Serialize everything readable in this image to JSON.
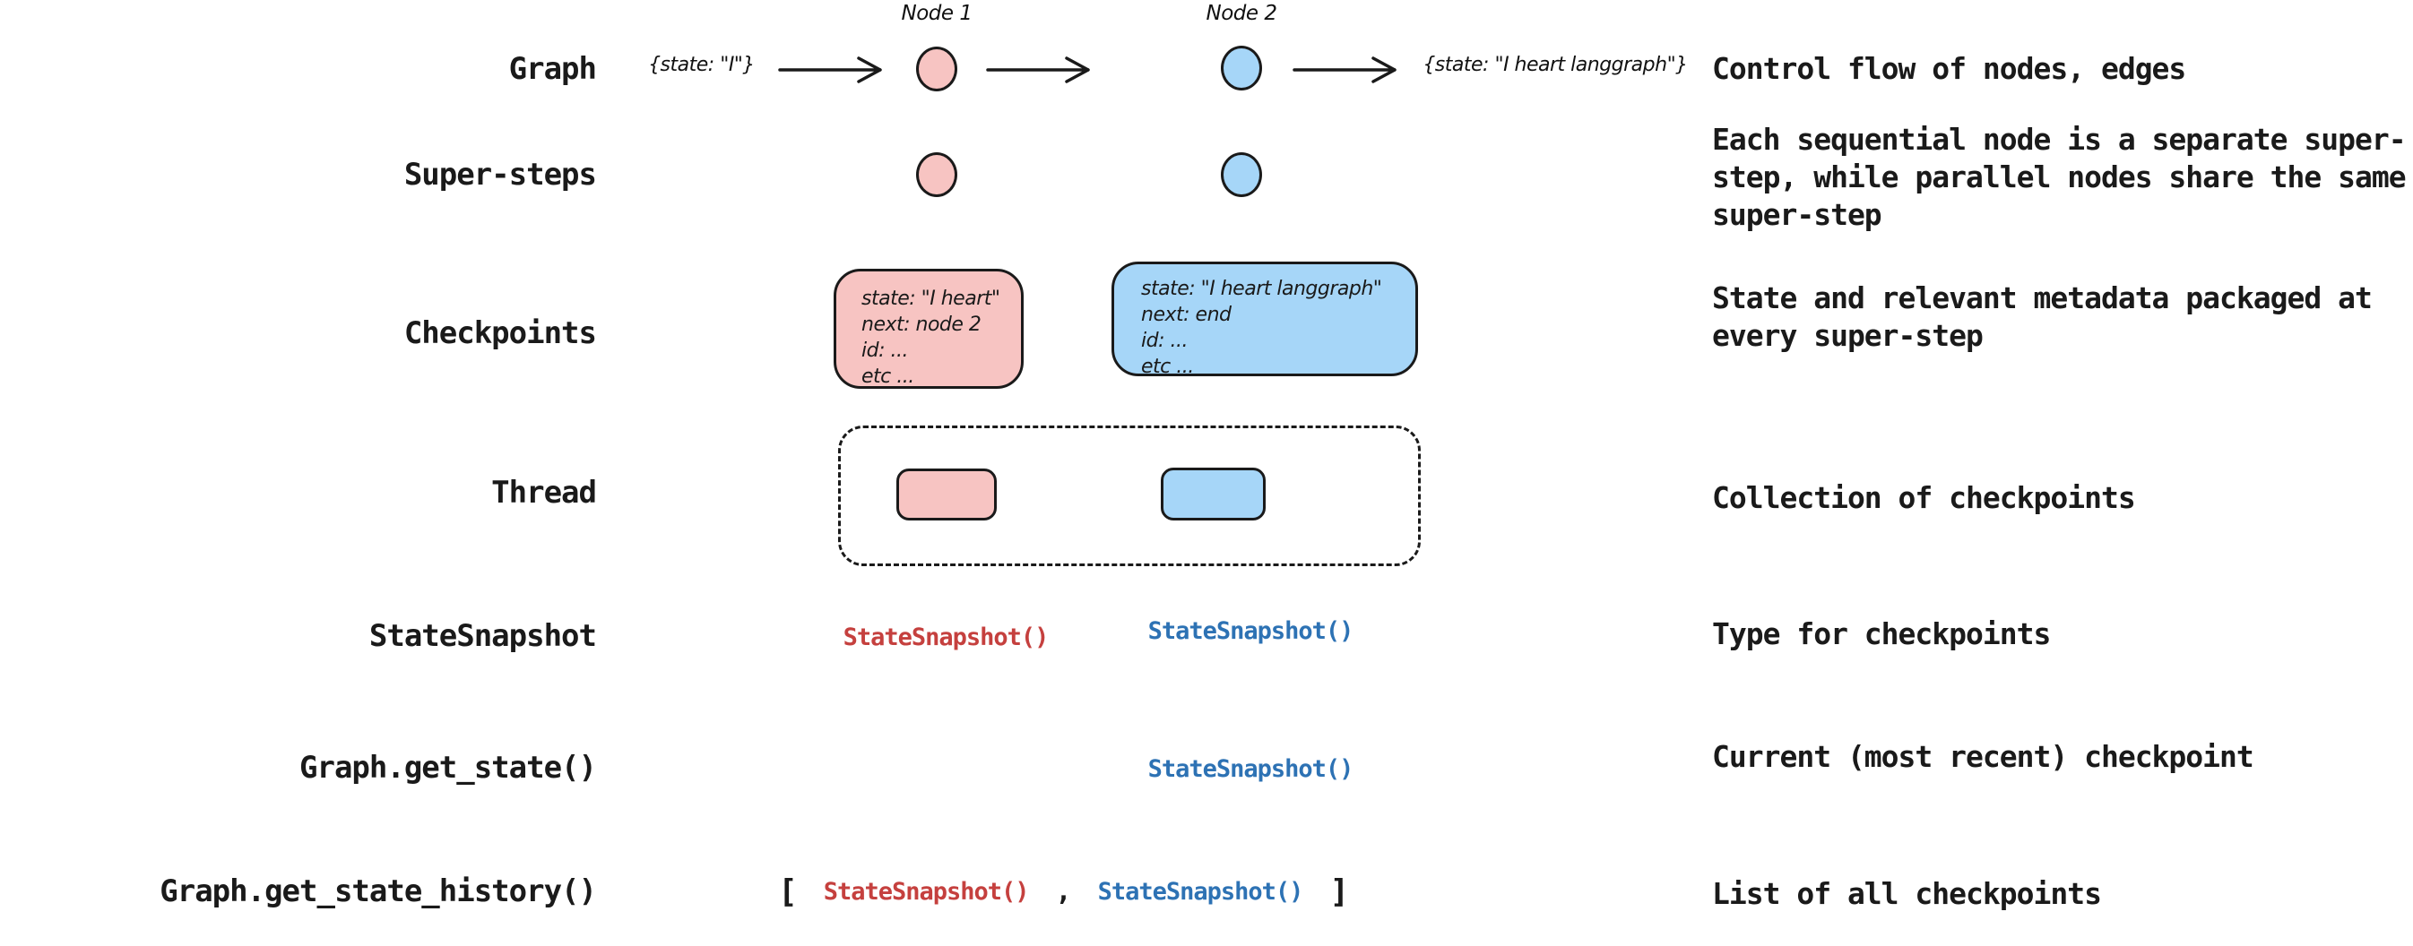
{
  "rows": [
    {
      "label": "Graph",
      "description": "Control flow of nodes, edges"
    },
    {
      "label": "Super-steps",
      "description": "Each sequential node is a separate super-step, while parallel nodes share the same super-step"
    },
    {
      "label": "Checkpoints",
      "description": "State and relevant metadata packaged at every super-step"
    },
    {
      "label": "Thread",
      "description": "Collection of checkpoints"
    },
    {
      "label": "StateSnapshot",
      "description": "Type for checkpoints"
    },
    {
      "label": "Graph.get_state()",
      "description": "Current (most recent) checkpoint"
    },
    {
      "label": "Graph.get_state_history()",
      "description": "List of all checkpoints"
    }
  ],
  "graph_flow": {
    "input_state": "{state: \"I\"}",
    "node1_label": "Node 1",
    "node2_label": "Node 2",
    "output_state": "{state: \"I heart langgraph\"}"
  },
  "checkpoints": {
    "box1": {
      "lines": [
        "state: \"I heart\"",
        "next: node 2",
        "id: ...",
        "etc ..."
      ]
    },
    "box2": {
      "lines": [
        "state: \"I heart langgraph\"",
        "next: end",
        "id: ...",
        "etc ..."
      ]
    }
  },
  "snapshots": {
    "red": "StateSnapshot()",
    "blue": "StateSnapshot()"
  },
  "history": {
    "open_bracket": "[",
    "comma": ",",
    "close_bracket": "]"
  },
  "colors": {
    "node_pink_fill": "#f7c4c2",
    "node_blue_fill": "#a6d6f8",
    "stroke": "#1a1a1a",
    "snapshot_red": "#c5403e",
    "snapshot_blue": "#2d72b4",
    "background": "#ffffff"
  }
}
